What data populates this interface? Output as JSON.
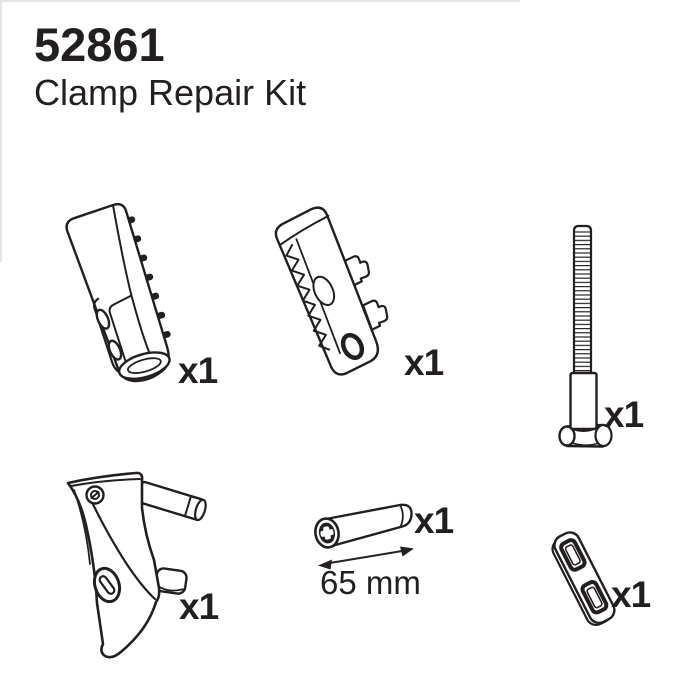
{
  "document": {
    "product_code": "52861",
    "product_name": "Clamp Repair Kit"
  },
  "parts": [
    {
      "key": "clamp-cover",
      "qty": "x1"
    },
    {
      "key": "serrated-clamp-jaw",
      "qty": "x1"
    },
    {
      "key": "t-head-threaded-bolt",
      "qty": "x1"
    },
    {
      "key": "clamp-bracket",
      "qty": "x1"
    },
    {
      "key": "spacer-tube",
      "qty": "x1",
      "dimension": "65 mm"
    },
    {
      "key": "slotted-insert",
      "qty": "x1"
    }
  ],
  "colors": {
    "ink": "#231f20",
    "paper": "#ffffff"
  }
}
